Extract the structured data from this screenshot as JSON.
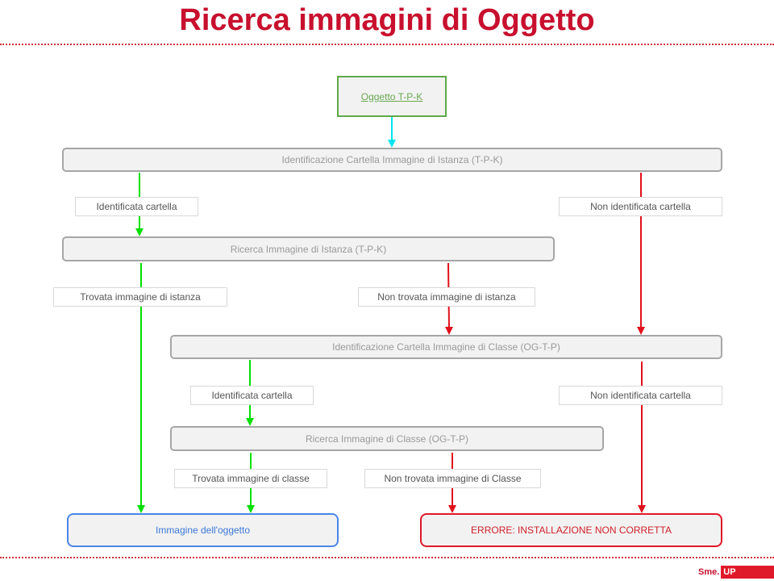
{
  "title": "Ricerca immagini di Oggetto",
  "nodes": {
    "start": "Oggetto T-P-K",
    "step1": "Identificazione Cartella Immagine di Istanza (T-P-K)",
    "step2": "Ricerca Immagine di Istanza (T-P-K)",
    "step3": "Identificazione Cartella Immagine di Classe (OG-T-P)",
    "step4": "Ricerca Immagine di Classe (OG-T-P)",
    "result_ok": "Immagine dell'oggetto",
    "result_err": "ERRORE: INSTALLAZIONE NON CORRETTA"
  },
  "edge_labels": {
    "step1_yes": "Identificata cartella",
    "step1_no": "Non identificata cartella",
    "step2_yes": "Trovata immagine di istanza",
    "step2_no": "Non trovata immagine di istanza",
    "step3_yes": "Identificata cartella",
    "step3_no": "Non identificata cartella",
    "step4_yes": "Trovata immagine di classe",
    "step4_no": "Non trovata immagine di Classe"
  },
  "colors": {
    "title": "#c8102e",
    "start_edge": "#00e5ee",
    "yes_edge": "#00e000",
    "no_edge": "#e0101a"
  },
  "logo": {
    "left": "Sme.",
    "right": "UP"
  }
}
